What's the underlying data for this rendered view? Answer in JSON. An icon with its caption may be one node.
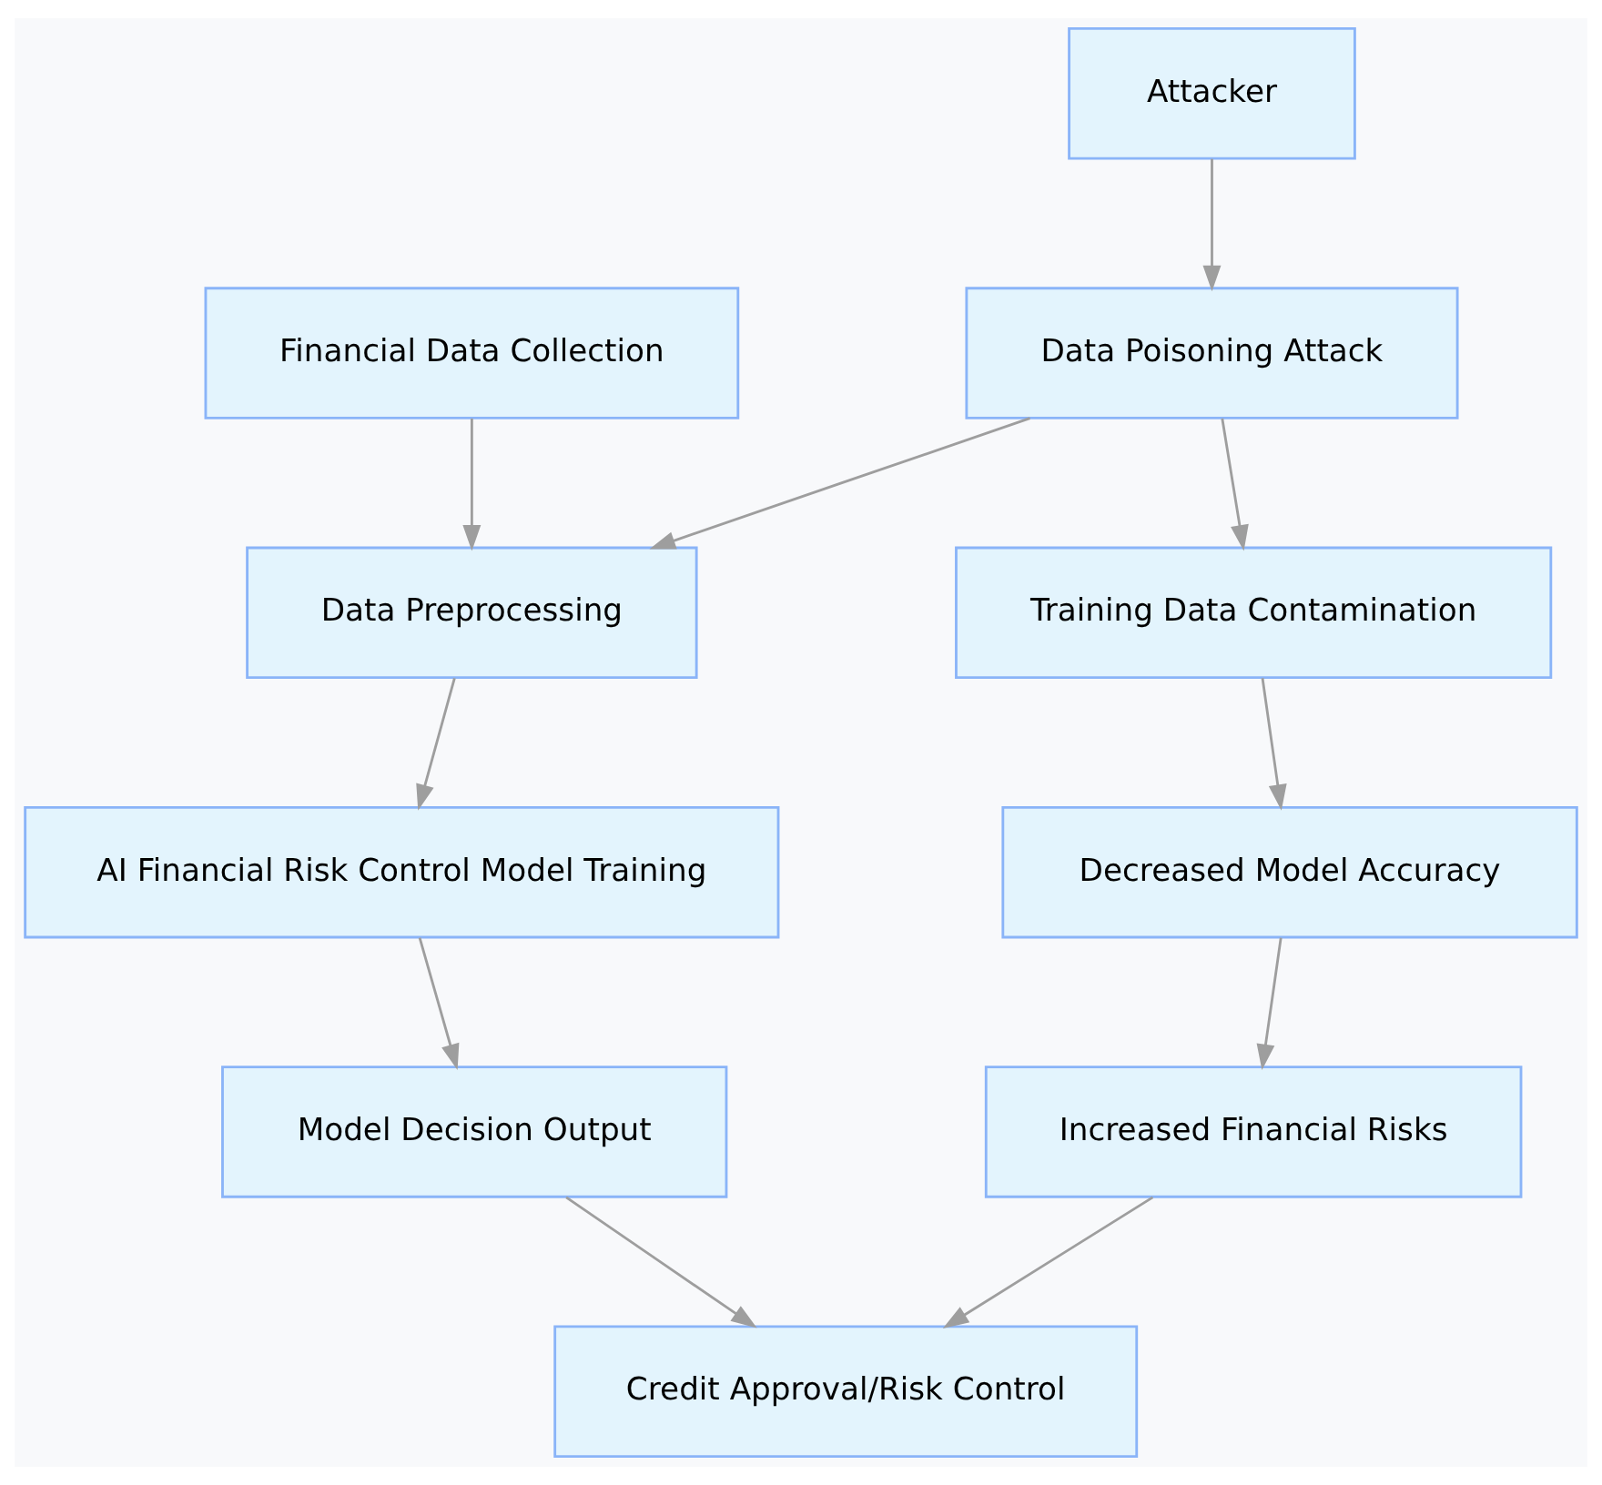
{
  "diagram": {
    "nodes": [
      {
        "text": [
          "Attacker"
        ]
      },
      {
        "text": [
          "Financial Data Collection"
        ]
      },
      {
        "text": [
          "Data Poisoning Attack"
        ]
      },
      {
        "text": [
          "Data Preprocessing"
        ]
      },
      {
        "text": [
          "Training Data Contamination"
        ]
      },
      {
        "text": [
          "AI Financial Risk Control Model Training"
        ]
      },
      {
        "text": [
          "Decreased Model Accuracy"
        ]
      },
      {
        "text": [
          "Model Decision Output"
        ]
      },
      {
        "text": [
          "Increased Financial Risks"
        ]
      },
      {
        "text": [
          "Credit Approval/Risk Control"
        ]
      }
    ],
    "edges": [
      {
        "from": 0,
        "to": 2,
        "arrow": "to"
      },
      {
        "from": 1,
        "to": 3,
        "arrow": "to"
      },
      {
        "from": 2,
        "to": 3,
        "arrow": "to"
      },
      {
        "from": 2,
        "to": 4,
        "arrow": "to"
      },
      {
        "from": 3,
        "to": 5,
        "arrow": "to"
      },
      {
        "from": 4,
        "to": 6,
        "arrow": "to"
      },
      {
        "from": 5,
        "to": 7,
        "arrow": "to"
      },
      {
        "from": 6,
        "to": 8,
        "arrow": "to"
      },
      {
        "from": 7,
        "to": 9,
        "arrow": "to"
      },
      {
        "from": 8,
        "to": 9,
        "arrow": "to"
      }
    ]
  }
}
